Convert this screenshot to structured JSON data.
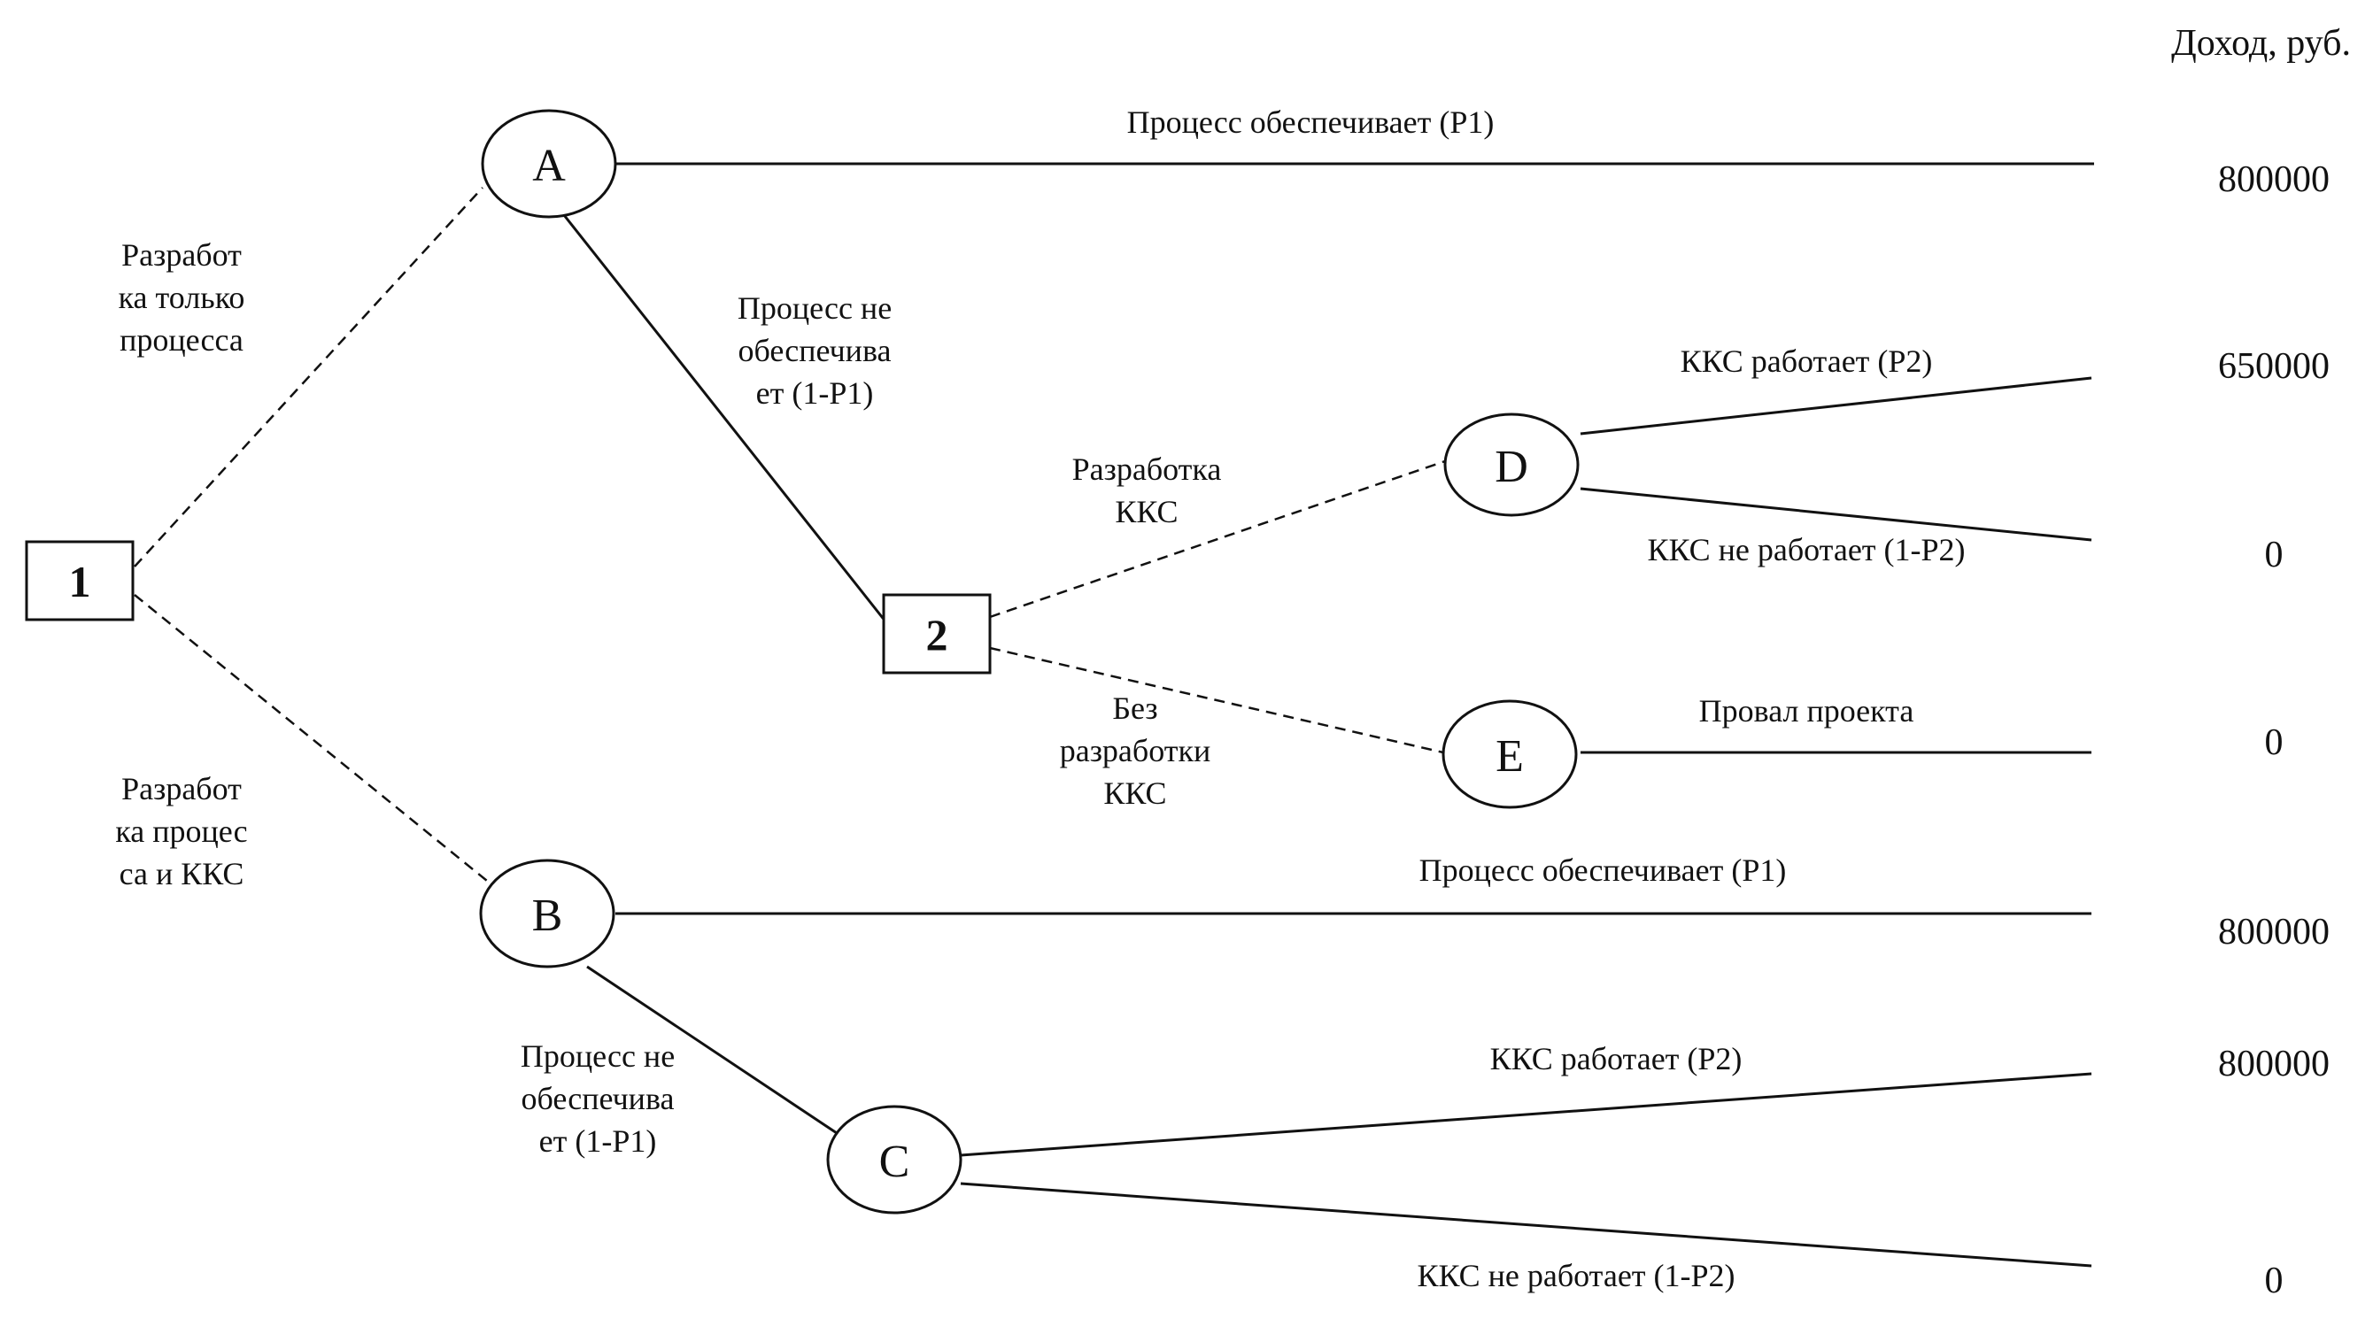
{
  "header": {
    "income_title": "Доход, руб."
  },
  "nodes": {
    "d1": "1",
    "d2": "2",
    "a": "A",
    "b": "B",
    "c": "C",
    "d": "D",
    "e": "E"
  },
  "branch_labels": {
    "only_process": [
      "Разработ",
      "ка только",
      "процесса"
    ],
    "process_and_kks": [
      "Разработ",
      "ка процес",
      "са и ККС"
    ],
    "a_success": "Процесс обеспечивает (P1)",
    "a_fail": [
      "Процесс не",
      "обеспечива",
      "ет (1-P1)"
    ],
    "develop_kks": [
      "Разработка",
      "ККС"
    ],
    "no_kks": [
      "Без",
      "разработки",
      "ККС"
    ],
    "d_works": "ККС работает (P2)",
    "d_not_works": "ККС не работает (1-P2)",
    "e_failure": "Провал проекта",
    "b_success": "Процесс обеспечивает (P1)",
    "b_fail": [
      "Процесс не",
      "обеспечива",
      "ет (1-P1)"
    ],
    "c_works": "ККС работает (P2)",
    "c_not_works": "ККС не работает (1-P2)"
  },
  "payoffs": {
    "a_success": "800000",
    "d_works": "650000",
    "d_not_works": "0",
    "e_failure": "0",
    "b_success": "800000",
    "c_works": "800000",
    "c_not_works": "0"
  }
}
